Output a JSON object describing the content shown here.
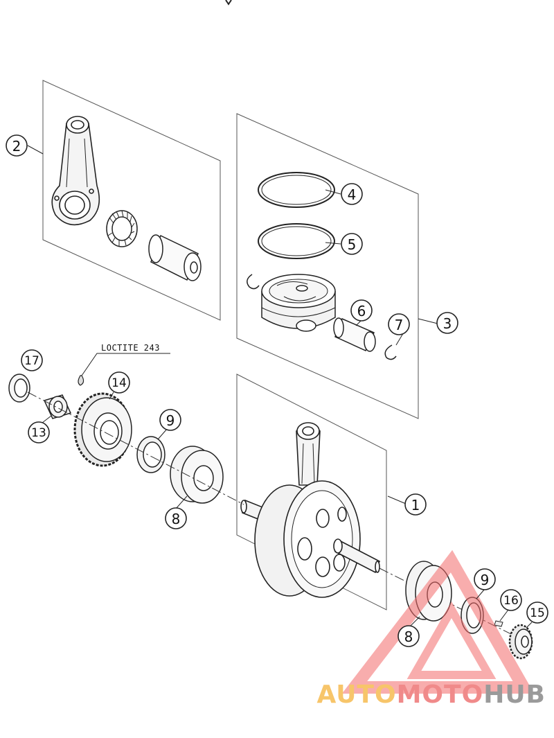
{
  "diagram": {
    "callouts": [
      "1",
      "2",
      "3",
      "4",
      "5",
      "6",
      "7",
      "8",
      "8",
      "9",
      "9",
      "13",
      "14",
      "15",
      "16",
      "17"
    ],
    "note": "LOCTITE 243"
  },
  "watermark": {
    "part1": "AUTO",
    "part2": "MOTO",
    "part3": "HUB",
    "colors": {
      "auto": "#f7c56a",
      "moto": "#f08a8a",
      "hub": "#9a9a9a",
      "triangle": "#f36b6b"
    }
  },
  "icons": [
    "connecting-rod-icon",
    "needle-bearing-icon",
    "piston-pin-icon",
    "piston-icon",
    "piston-ring-icon",
    "circlip-icon",
    "crankshaft-icon",
    "gear-icon",
    "ball-bearing-icon",
    "shaft-seal-icon",
    "spacer-icon",
    "woodruff-key-icon",
    "nut-icon"
  ]
}
